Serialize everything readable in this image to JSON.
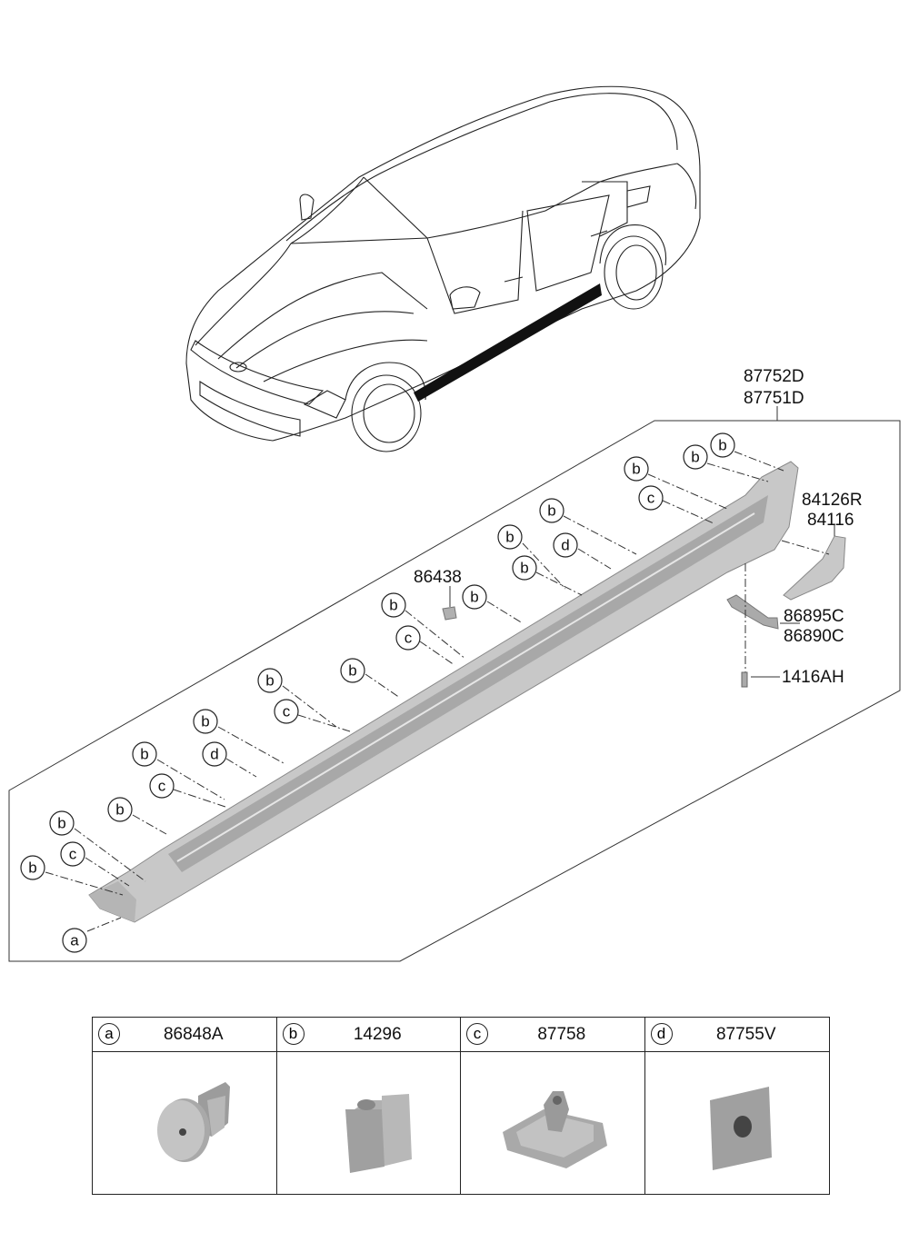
{
  "part_labels": {
    "side_sill": [
      "87752D",
      "87751D"
    ],
    "end_piece": [
      "84126R",
      "84116"
    ],
    "bracket": [
      "86895C",
      "86890C"
    ],
    "screw": "1416AH",
    "clip_top": "86438"
  },
  "callout_letters": {
    "a": "a",
    "b": "b",
    "c": "c",
    "d": "d"
  },
  "legend": [
    {
      "letter": "a",
      "part": "86848A",
      "icon": "push-nut-icon"
    },
    {
      "letter": "b",
      "part": "14296",
      "icon": "clip-icon"
    },
    {
      "letter": "c",
      "part": "87758",
      "icon": "retainer-icon"
    },
    {
      "letter": "d",
      "part": "87755V",
      "icon": "pad-icon"
    }
  ],
  "colors": {
    "part_fill": "#c8c8c8",
    "part_shadow": "#9a9a9a",
    "sill_band": "#111111"
  }
}
